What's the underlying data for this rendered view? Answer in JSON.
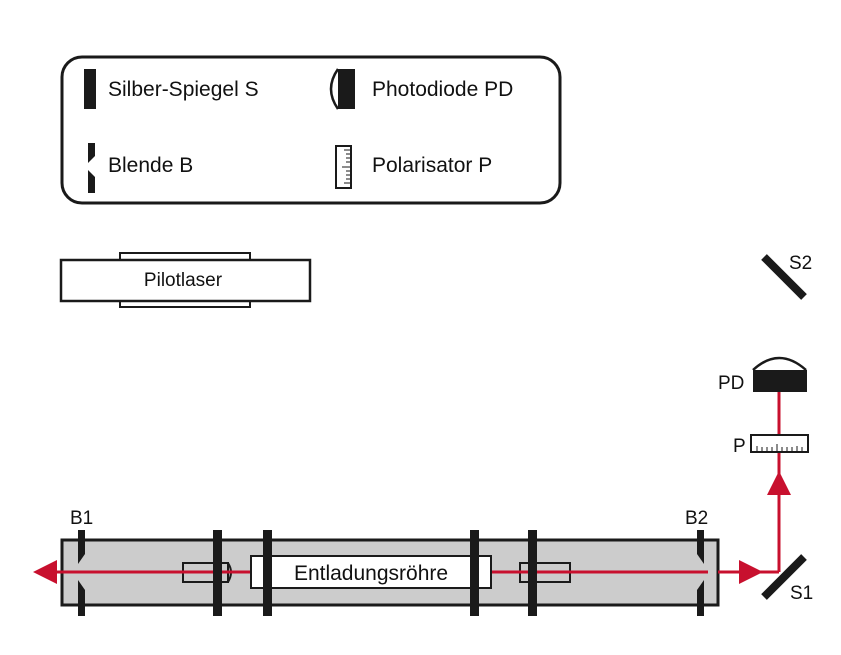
{
  "legend": {
    "items": [
      {
        "symbol": "mirror-bar",
        "label": "Silber-Spiegel S"
      },
      {
        "symbol": "photodiode",
        "label": "Photodiode PD"
      },
      {
        "symbol": "aperture",
        "label": "Blende B"
      },
      {
        "symbol": "polarizer",
        "label": "Polarisator P"
      }
    ]
  },
  "pilotlaser": {
    "label": "Pilotlaser"
  },
  "tube": {
    "label": "Entladungsröhre"
  },
  "components": {
    "mirror_s1": "S1",
    "mirror_s2": "S2",
    "photodiode": "PD",
    "polarizer": "P",
    "aperture_b1": "B1",
    "aperture_b2": "B2"
  },
  "colors": {
    "beam": "#c8102e",
    "tube_fill": "#cccccc",
    "stroke": "#1a1a1a"
  }
}
